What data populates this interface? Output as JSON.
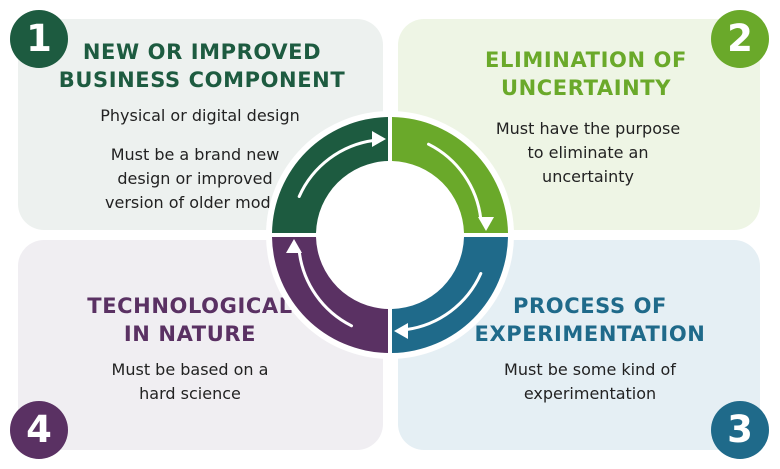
{
  "colors": {
    "green_dark": "#1d5b40",
    "green_light": "#6aa92a",
    "blue": "#1f6a8a",
    "purple": "#5a3163"
  },
  "quadrants": [
    {
      "number": "1",
      "title_lines": [
        "NEW OR IMPROVED",
        "BUSINESS COMPONENT"
      ],
      "desc_a_lines": [
        "Physical or digital design"
      ],
      "desc_b_lines": [
        "Must be a brand new",
        "design or improved",
        "version of older model"
      ]
    },
    {
      "number": "2",
      "title_lines": [
        "ELIMINATION OF",
        "UNCERTAINTY"
      ],
      "desc_lines": [
        "Must have the purpose",
        "to eliminate an",
        "uncertainty"
      ]
    },
    {
      "number": "3",
      "title_lines": [
        "PROCESS OF",
        "EXPERIMENTATION"
      ],
      "desc_lines": [
        "Must be some kind of",
        "experimentation"
      ]
    },
    {
      "number": "4",
      "title_lines": [
        "TECHNOLOGICAL",
        "IN NATURE"
      ],
      "desc_lines": [
        "Must be based on a",
        "hard science"
      ]
    }
  ]
}
